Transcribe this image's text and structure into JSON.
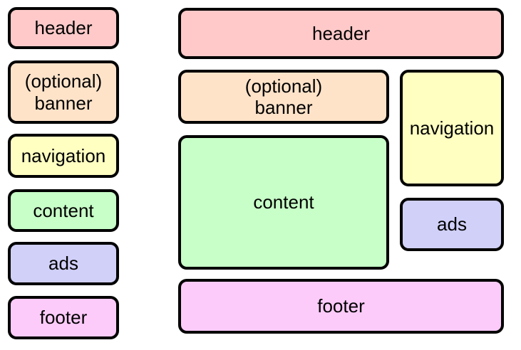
{
  "diagram": {
    "background_color": "#ffffff",
    "border_color": "#000000",
    "text_color": "#000000",
    "narrow_layout": {
      "boxes": [
        {
          "id": "header",
          "label": "header",
          "color": "#ffc9c9"
        },
        {
          "id": "banner",
          "label_lines": [
            "(optional)",
            "banner"
          ],
          "color": "#ffe3c9"
        },
        {
          "id": "navigation",
          "label": "navigation",
          "color": "#ffffc2"
        },
        {
          "id": "content",
          "label": "content",
          "color": "#c8ffc8"
        },
        {
          "id": "ads",
          "label": "ads",
          "color": "#d0d0f8"
        },
        {
          "id": "footer",
          "label": "footer",
          "color": "#fccbf9"
        }
      ]
    },
    "wide_layout": {
      "boxes": [
        {
          "id": "header",
          "label": "header",
          "color": "#ffc9c9"
        },
        {
          "id": "banner",
          "label_lines": [
            "(optional)",
            "banner"
          ],
          "color": "#ffe3c9"
        },
        {
          "id": "navigation",
          "label": "navigation",
          "color": "#ffffc2"
        },
        {
          "id": "content",
          "label": "content",
          "color": "#c8ffc8"
        },
        {
          "id": "ads",
          "label": "ads",
          "color": "#d0d0f8"
        },
        {
          "id": "footer",
          "label": "footer",
          "color": "#fccbf9"
        }
      ]
    }
  }
}
